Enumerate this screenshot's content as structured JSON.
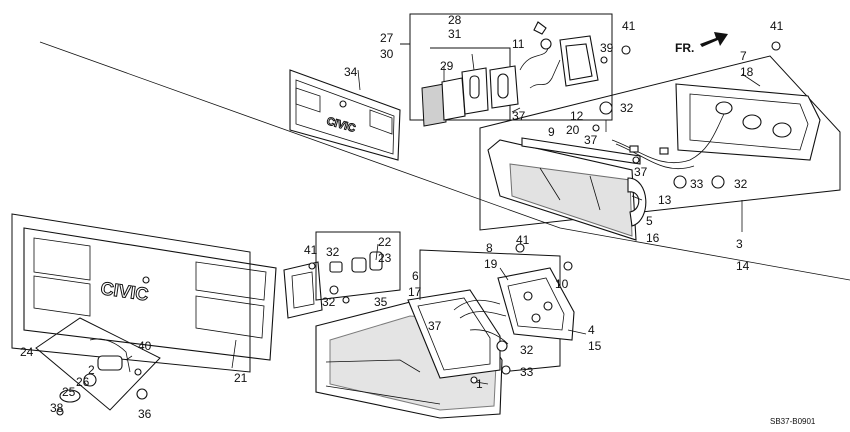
{
  "diagram": {
    "drawing_code": "SB37-B0901",
    "direction_label": "FR.",
    "badge_text": "CIVIC",
    "labels": [
      {
        "id": "c1",
        "text": "1"
      },
      {
        "id": "c2",
        "text": "2"
      },
      {
        "id": "c3",
        "text": "3"
      },
      {
        "id": "c4",
        "text": "4"
      },
      {
        "id": "c5",
        "text": "5"
      },
      {
        "id": "c6",
        "text": "6"
      },
      {
        "id": "c7",
        "text": "7"
      },
      {
        "id": "c8",
        "text": "8"
      },
      {
        "id": "c9",
        "text": "9"
      },
      {
        "id": "c10",
        "text": "10"
      },
      {
        "id": "c11",
        "text": "11"
      },
      {
        "id": "c12",
        "text": "12"
      },
      {
        "id": "c13",
        "text": "13"
      },
      {
        "id": "c14",
        "text": "14"
      },
      {
        "id": "c15",
        "text": "15"
      },
      {
        "id": "c16",
        "text": "16"
      },
      {
        "id": "c17",
        "text": "17"
      },
      {
        "id": "c18",
        "text": "18"
      },
      {
        "id": "c19",
        "text": "19"
      },
      {
        "id": "c20",
        "text": "20"
      },
      {
        "id": "c21",
        "text": "21"
      },
      {
        "id": "c22",
        "text": "22"
      },
      {
        "id": "c23",
        "text": "23"
      },
      {
        "id": "c24",
        "text": "24"
      },
      {
        "id": "c25",
        "text": "25"
      },
      {
        "id": "c26",
        "text": "26"
      },
      {
        "id": "c27",
        "text": "27"
      },
      {
        "id": "c28",
        "text": "28"
      },
      {
        "id": "c29",
        "text": "29"
      },
      {
        "id": "c30",
        "text": "30"
      },
      {
        "id": "c31",
        "text": "31"
      },
      {
        "id": "c32a",
        "text": "32"
      },
      {
        "id": "c32b",
        "text": "32"
      },
      {
        "id": "c32c",
        "text": "32"
      },
      {
        "id": "c32d",
        "text": "32"
      },
      {
        "id": "c32e",
        "text": "32"
      },
      {
        "id": "c33a",
        "text": "33"
      },
      {
        "id": "c33b",
        "text": "33"
      },
      {
        "id": "c34",
        "text": "34"
      },
      {
        "id": "c35",
        "text": "35"
      },
      {
        "id": "c36",
        "text": "36"
      },
      {
        "id": "c37a",
        "text": "37"
      },
      {
        "id": "c37b",
        "text": "37"
      },
      {
        "id": "c37c",
        "text": "37"
      },
      {
        "id": "c37d",
        "text": "37"
      },
      {
        "id": "c38",
        "text": "38"
      },
      {
        "id": "c39",
        "text": "39"
      },
      {
        "id": "c40",
        "text": "40"
      },
      {
        "id": "c41a",
        "text": "41"
      },
      {
        "id": "c41b",
        "text": "41"
      },
      {
        "id": "c41c",
        "text": "41"
      },
      {
        "id": "c41d",
        "text": "41"
      }
    ]
  }
}
